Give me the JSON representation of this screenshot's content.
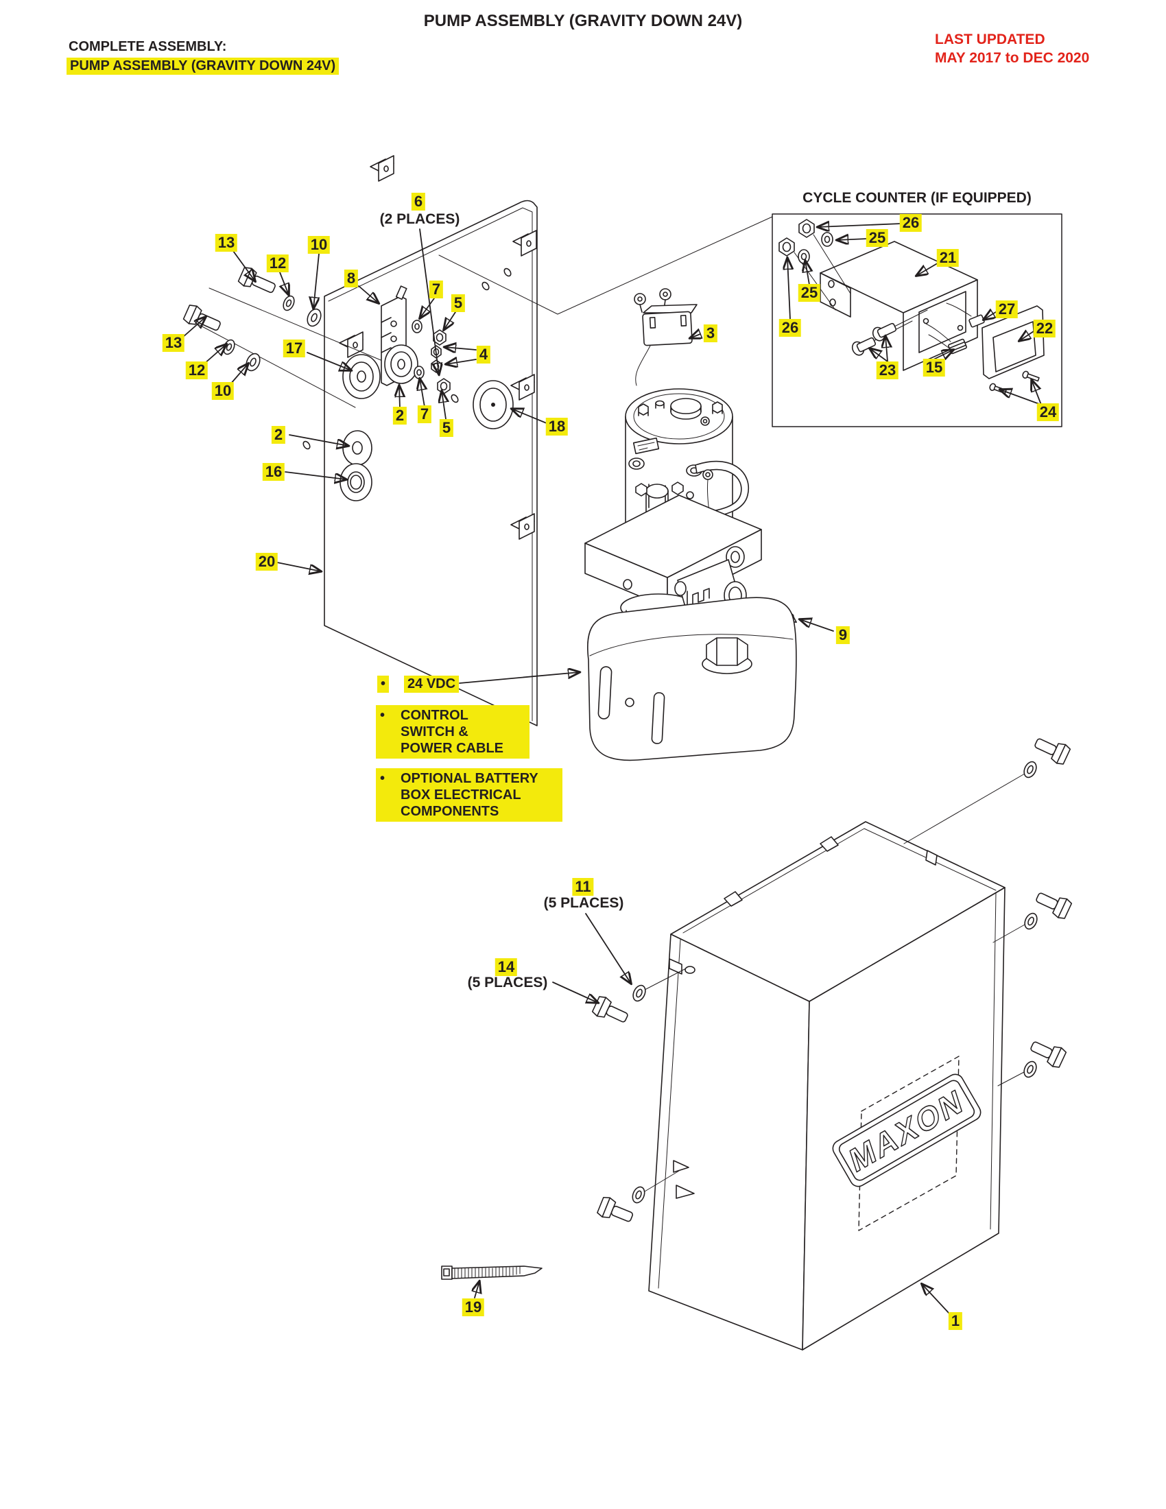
{
  "page": {
    "title": "PUMP ASSEMBLY (GRAVITY DOWN 24V)"
  },
  "last_updated": {
    "line1": "LAST UPDATED",
    "line2": "MAY 2017 to DEC 2020"
  },
  "complete_assembly": {
    "heading": "COMPLETE ASSEMBLY:",
    "value": "PUMP ASSEMBLY (GRAVITY DOWN 24V)"
  },
  "inset": {
    "title": "CYCLE COUNTER (IF EQUIPPED)"
  },
  "bullets": {
    "glyph": "•",
    "item1": {
      "text": "24 VDC"
    },
    "item2": {
      "line1": "CONTROL",
      "line2": "SWITCH &",
      "line3": "POWER CABLE"
    },
    "item3": {
      "line1": "OPTIONAL BATTERY",
      "line2": "BOX ELECTRICAL",
      "line3": "COMPONENTS"
    }
  },
  "logo": {
    "text": "MAXON"
  },
  "colors": {
    "highlight": "#f3ea0c",
    "red": "#e2231a",
    "line": "#231f20"
  },
  "callouts": {
    "c6": {
      "label": "6",
      "note": "(2 PLACES)"
    },
    "c13a": "13",
    "c12a": "12",
    "c10a": "10",
    "c8": "8",
    "c7a": "7",
    "c5a": "5",
    "c4": "4",
    "c13b": "13",
    "c12b": "12",
    "c10b": "10",
    "c17": "17",
    "c3": "3",
    "c18": "18",
    "c2a": "2",
    "c7b": "7",
    "c5b": "5",
    "c2b": "2",
    "c16": "16",
    "c20": "20",
    "c9": "9",
    "c11": {
      "label": "11",
      "note": "(5 PLACES)"
    },
    "c14": {
      "label": "14",
      "note": "(5 PLACES)"
    },
    "c19": "19",
    "c1": "1",
    "c26a": "26",
    "c25a": "25",
    "c21": "21",
    "c25b": "25",
    "c26b": "26",
    "c23": "23",
    "c15": "15",
    "c27": "27",
    "c22": "22",
    "c24": "24"
  }
}
